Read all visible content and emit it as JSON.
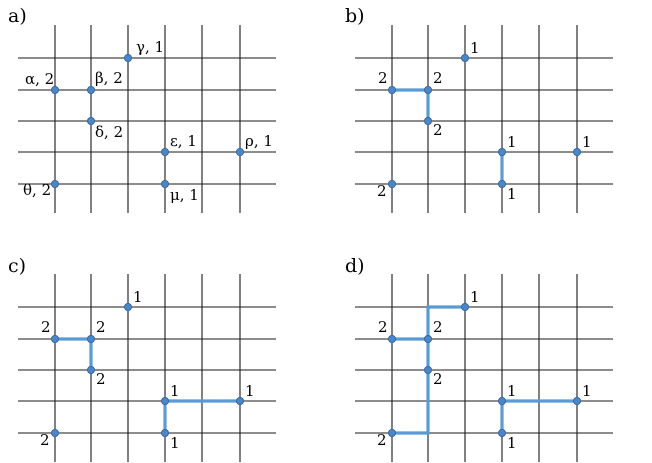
{
  "panels": [
    {
      "id": "a",
      "label": "a)",
      "nodes": [
        {
          "key": "gamma",
          "text": "γ, 1"
        },
        {
          "key": "alpha",
          "text": "α, 2"
        },
        {
          "key": "beta",
          "text": "β, 2"
        },
        {
          "key": "delta",
          "text": "δ, 2"
        },
        {
          "key": "epsilon",
          "text": "ε, 1"
        },
        {
          "key": "rho",
          "text": "ρ, 1"
        },
        {
          "key": "theta",
          "text": "θ, 2"
        },
        {
          "key": "mu",
          "text": "μ, 1"
        }
      ],
      "paths": []
    },
    {
      "id": "b",
      "label": "b)",
      "nodes": [
        {
          "key": "gamma",
          "text": "1"
        },
        {
          "key": "alpha",
          "text": "2"
        },
        {
          "key": "beta",
          "text": "2"
        },
        {
          "key": "delta",
          "text": "2"
        },
        {
          "key": "epsilon",
          "text": "1"
        },
        {
          "key": "rho",
          "text": "1"
        },
        {
          "key": "theta",
          "text": "2"
        },
        {
          "key": "mu",
          "text": "1"
        }
      ],
      "paths": [
        [
          "alpha",
          "beta",
          "delta"
        ],
        [
          "epsilon",
          "mu"
        ]
      ]
    },
    {
      "id": "c",
      "label": "c)",
      "nodes": [
        {
          "key": "gamma",
          "text": "1"
        },
        {
          "key": "alpha",
          "text": "2"
        },
        {
          "key": "beta",
          "text": "2"
        },
        {
          "key": "delta",
          "text": "2"
        },
        {
          "key": "epsilon",
          "text": "1"
        },
        {
          "key": "rho",
          "text": "1"
        },
        {
          "key": "theta",
          "text": "2"
        },
        {
          "key": "mu",
          "text": "1"
        }
      ],
      "paths": [
        [
          "alpha",
          "beta",
          "delta"
        ],
        [
          "mu",
          "epsilon",
          "rho"
        ]
      ]
    },
    {
      "id": "d",
      "label": "d)",
      "nodes": [
        {
          "key": "gamma",
          "text": "1"
        },
        {
          "key": "alpha",
          "text": "2"
        },
        {
          "key": "beta",
          "text": "2"
        },
        {
          "key": "delta",
          "text": "2"
        },
        {
          "key": "epsilon",
          "text": "1"
        },
        {
          "key": "rho",
          "text": "1"
        },
        {
          "key": "theta",
          "text": "2"
        },
        {
          "key": "mu",
          "text": "1"
        }
      ],
      "paths": [
        [
          "gamma",
          "beta_top",
          "beta",
          "alpha"
        ],
        [
          "beta",
          "delta",
          "theta_corner",
          "theta"
        ],
        [
          "mu",
          "epsilon",
          "rho"
        ]
      ]
    }
  ]
}
